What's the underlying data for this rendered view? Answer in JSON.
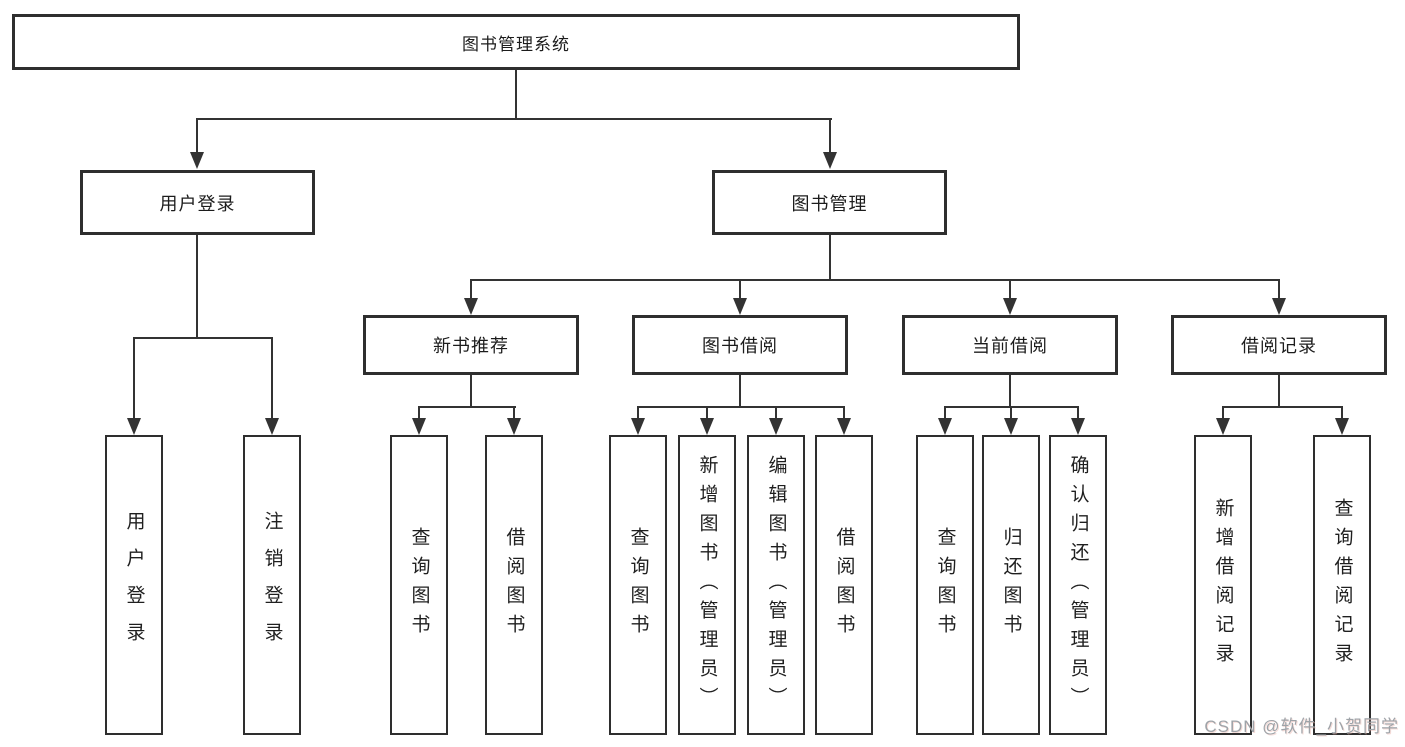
{
  "diagram": {
    "root": {
      "label": "图书管理系统"
    },
    "level2": [
      {
        "label": "用户登录"
      },
      {
        "label": "图书管理"
      }
    ],
    "level3": [
      {
        "label": "新书推荐"
      },
      {
        "label": "图书借阅"
      },
      {
        "label": "当前借阅"
      },
      {
        "label": "借阅记录"
      }
    ],
    "leaves": {
      "user_login": [
        "用户登录",
        "注销登录"
      ],
      "new_book_recommend": [
        "查询图书",
        "借阅图书"
      ],
      "book_borrow": [
        "查询图书",
        "新增图书（管理员）",
        "编辑图书（管理员）",
        "借阅图书"
      ],
      "current_borrow": [
        "查询图书",
        "归还图书",
        "确认归还（管理员）"
      ],
      "borrow_record": [
        "新增借阅记录",
        "查询借阅记录"
      ]
    }
  },
  "watermark": {
    "text": "CSDN @软件_小贺同学"
  },
  "colors": {
    "line": "#333333",
    "border": "#2e2e2e",
    "text": "#1f1f1f",
    "watermark": "#9ea3a8",
    "background": "#ffffff"
  }
}
